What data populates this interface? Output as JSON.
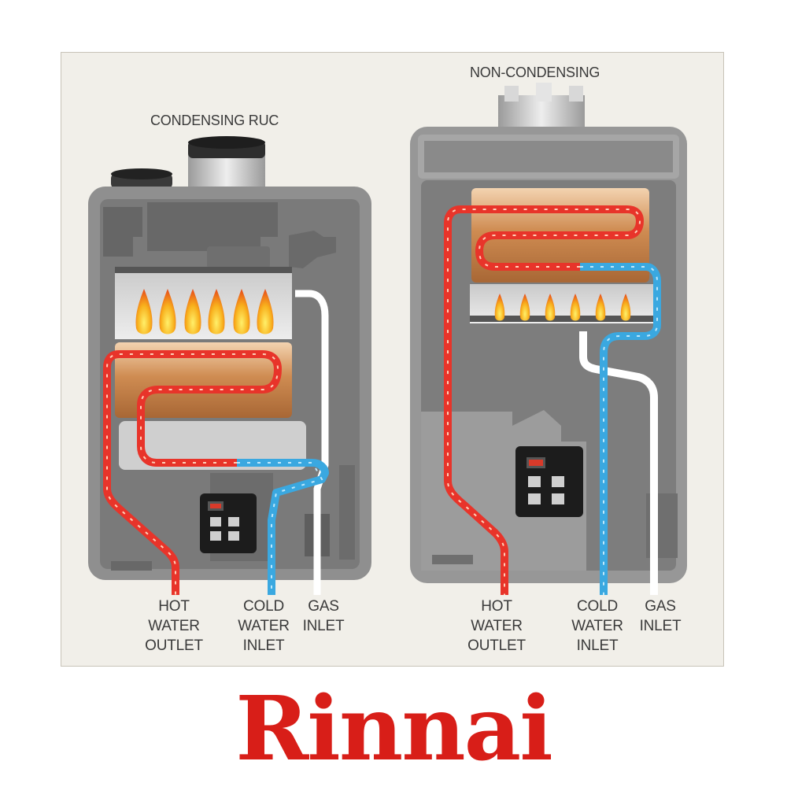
{
  "left_unit": {
    "title": "CONDENSING RUC",
    "labels": {
      "hot": [
        "HOT",
        "WATER",
        "OUTLET"
      ],
      "cold": [
        "COLD",
        "WATER",
        "INLET"
      ],
      "gas": [
        "GAS",
        "INLET"
      ]
    }
  },
  "right_unit": {
    "title": "NON-CONDENSING",
    "labels": {
      "hot": [
        "HOT",
        "WATER",
        "OUTLET"
      ],
      "cold": [
        "COLD",
        "WATER",
        "INLET"
      ],
      "gas": [
        "GAS",
        "INLET"
      ]
    }
  },
  "brand": {
    "logo_text": "Rinnai",
    "color": "#d81e18"
  },
  "colors": {
    "hot_pipe": "#e8342a",
    "cold_pipe": "#3aa8e0",
    "gas_pipe": "#ffffff",
    "heat_exchanger": "#c8844a",
    "flame": "#f5a01a",
    "casing": "#8f8f8f"
  },
  "icons": [
    "flame-icon",
    "control-panel-icon"
  ]
}
